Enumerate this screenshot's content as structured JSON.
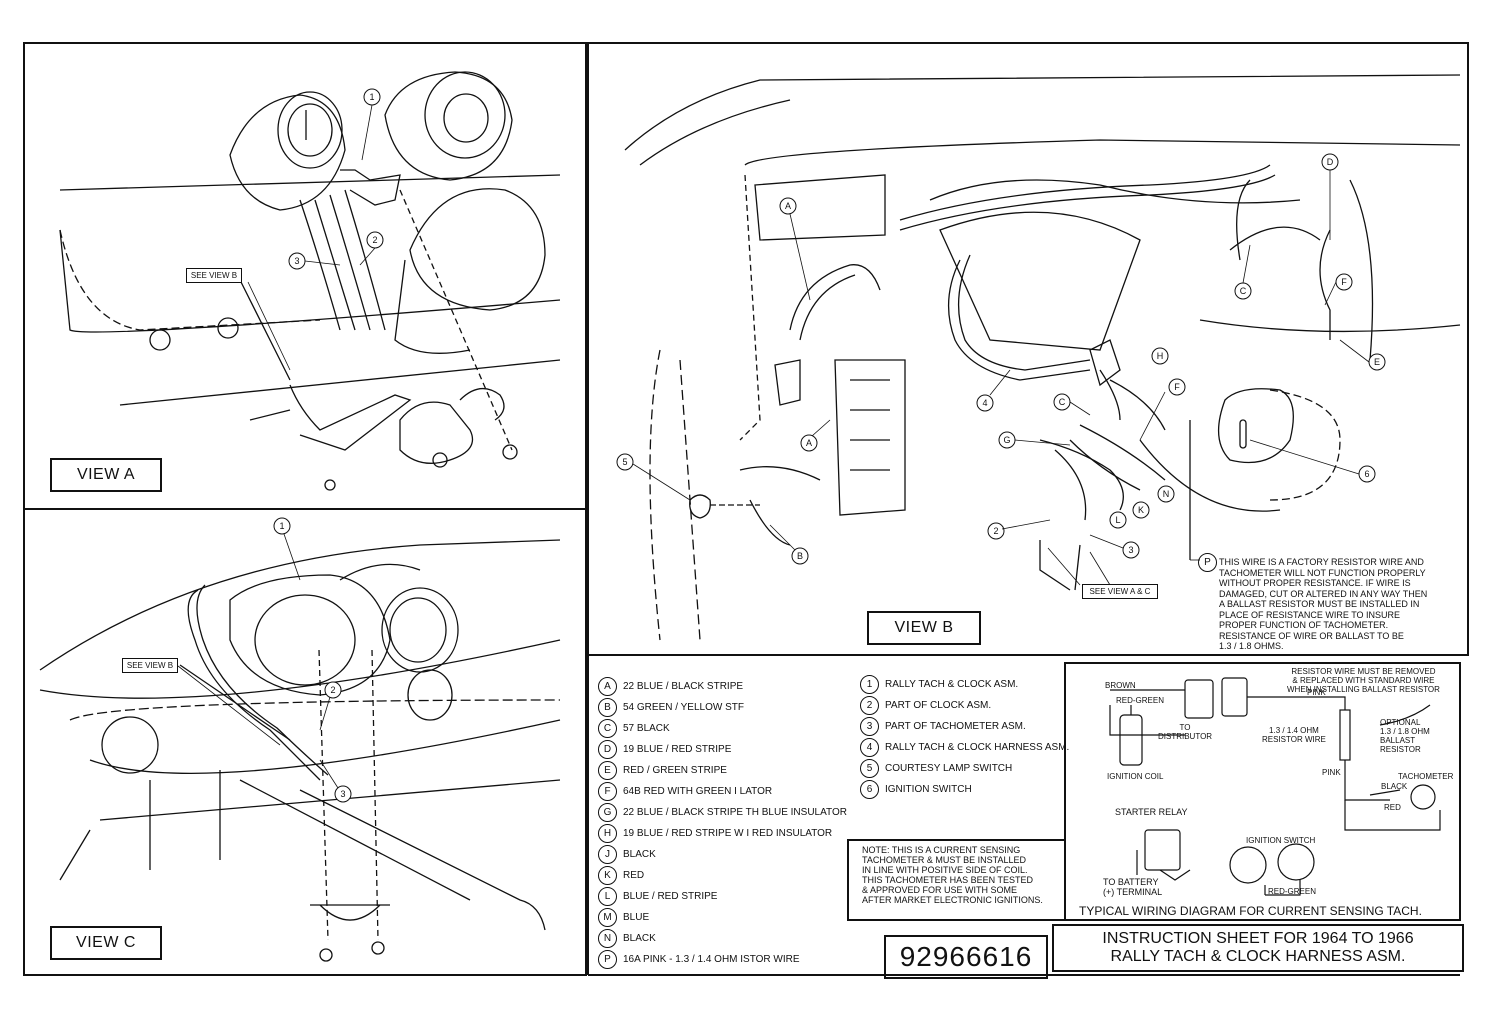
{
  "views": {
    "a_label": "VIEW  A",
    "b_label": "VIEW  B",
    "c_label": "VIEW C"
  },
  "callouts": {
    "see_view_b_a": "SEE VIEW B",
    "see_view_b_c": "SEE VIEW B",
    "see_view_ac": "SEE VIEW A & C"
  },
  "markers": {
    "a": [
      "1",
      "2",
      "3"
    ],
    "c": [
      "1",
      "2",
      "3"
    ],
    "b": [
      "A",
      "A",
      "B",
      "C",
      "C",
      "D",
      "E",
      "F",
      "F",
      "G",
      "H",
      "K",
      "L",
      "N",
      "2",
      "3",
      "4",
      "5",
      "6"
    ]
  },
  "resistor_note": "THIS WIRE IS A FACTORY RESISTOR WIRE AND\nTACHOMETER WILL NOT FUNCTION PROPERLY\nWITHOUT PROPER RESISTANCE. IF WIRE IS\nDAMAGED, CUT OR ALTERED IN ANY WAY THEN\nA BALLAST RESISTOR MUST BE INSTALLED IN\nPLACE OF RESISTANCE WIRE TO INSURE\nPROPER FUNCTION OF TACHOMETER.\nRESISTANCE OF WIRE OR BALLAST TO BE\n1.3 / 1.8 OHMS.",
  "resistor_note_key": "P",
  "wire_legend": [
    {
      "key": "A",
      "text": "22  BLUE / BLACK STRIPE"
    },
    {
      "key": "B",
      "text": "54  GREEN / YELLOW STF"
    },
    {
      "key": "C",
      "text": "57  BLACK"
    },
    {
      "key": "D",
      "text": "19  BLUE / RED STRIPE"
    },
    {
      "key": "E",
      "text": "RED / GREEN STRIPE"
    },
    {
      "key": "F",
      "text": "64B  RED WITH GREEN I   LATOR"
    },
    {
      "key": "G",
      "text": "22  BLUE / BLACK STRIPE   TH BLUE INSULATOR"
    },
    {
      "key": "H",
      "text": "19  BLUE / RED STRIPE W  I RED INSULATOR"
    },
    {
      "key": "J",
      "text": "BLACK"
    },
    {
      "key": "K",
      "text": "RED"
    },
    {
      "key": "L",
      "text": "BLUE / RED STRIPE"
    },
    {
      "key": "M",
      "text": "BLUE"
    },
    {
      "key": "N",
      "text": "BLACK"
    },
    {
      "key": "P",
      "text": "16A  PINK - 1.3 / 1.4 OHM    ISTOR WIRE"
    }
  ],
  "parts_legend": [
    {
      "key": "1",
      "text": "RALLY TACH & CLOCK ASM."
    },
    {
      "key": "2",
      "text": "PART OF CLOCK ASM."
    },
    {
      "key": "3",
      "text": "PART OF TACHOMETER ASM."
    },
    {
      "key": "4",
      "text": "RALLY TACH & CLOCK HARNESS ASM."
    },
    {
      "key": "5",
      "text": "COURTESY LAMP SWITCH"
    },
    {
      "key": "6",
      "text": "IGNITION SWITCH"
    }
  ],
  "sensing_note": "NOTE: THIS IS A CURRENT SENSING\nTACHOMETER & MUST BE INSTALLED\nIN LINE WITH POSITIVE SIDE OF COIL.\nTHIS TACHOMETER HAS BEEN TESTED\n& APPROVED FOR USE WITH SOME\nAFTER MARKET ELECTRONIC IGNITIONS.",
  "wiring": {
    "brown": "BROWN",
    "red_green": "RED-GREEN",
    "pink_top": "PINK",
    "to_distributor": "TO\nDISTRIBUTOR",
    "ignition_coil": "IGNITION COIL",
    "resistor_wire": "1.3 / 1.4 OHM\nRESISTOR WIRE",
    "optional_ballast": "OPTIONAL\n1.3 / 1.8 OHM\nBALLAST\nRESISTOR",
    "removal_note": "RESISTOR WIRE MUST BE REMOVED\n& REPLACED WITH STANDARD WIRE\nWHEN INSTALLING BALLAST RESISTOR",
    "pink_bottom": "PINK",
    "tachometer": "TACHOMETER",
    "black": "BLACK",
    "red": "RED",
    "starter_relay": "STARTER RELAY",
    "to_battery": "TO BATTERY\n(+) TERMINAL",
    "ignition_switch": "IGNITION SWITCH",
    "red_green_bottom": "RED-GREEN",
    "caption": "TYPICAL WIRING DIAGRAM FOR CURRENT SENSING TACH."
  },
  "part_number": "92966616",
  "title_line1": "INSTRUCTION SHEET FOR 1964 TO 1966",
  "title_line2": "RALLY TACH & CLOCK HARNESS ASM."
}
